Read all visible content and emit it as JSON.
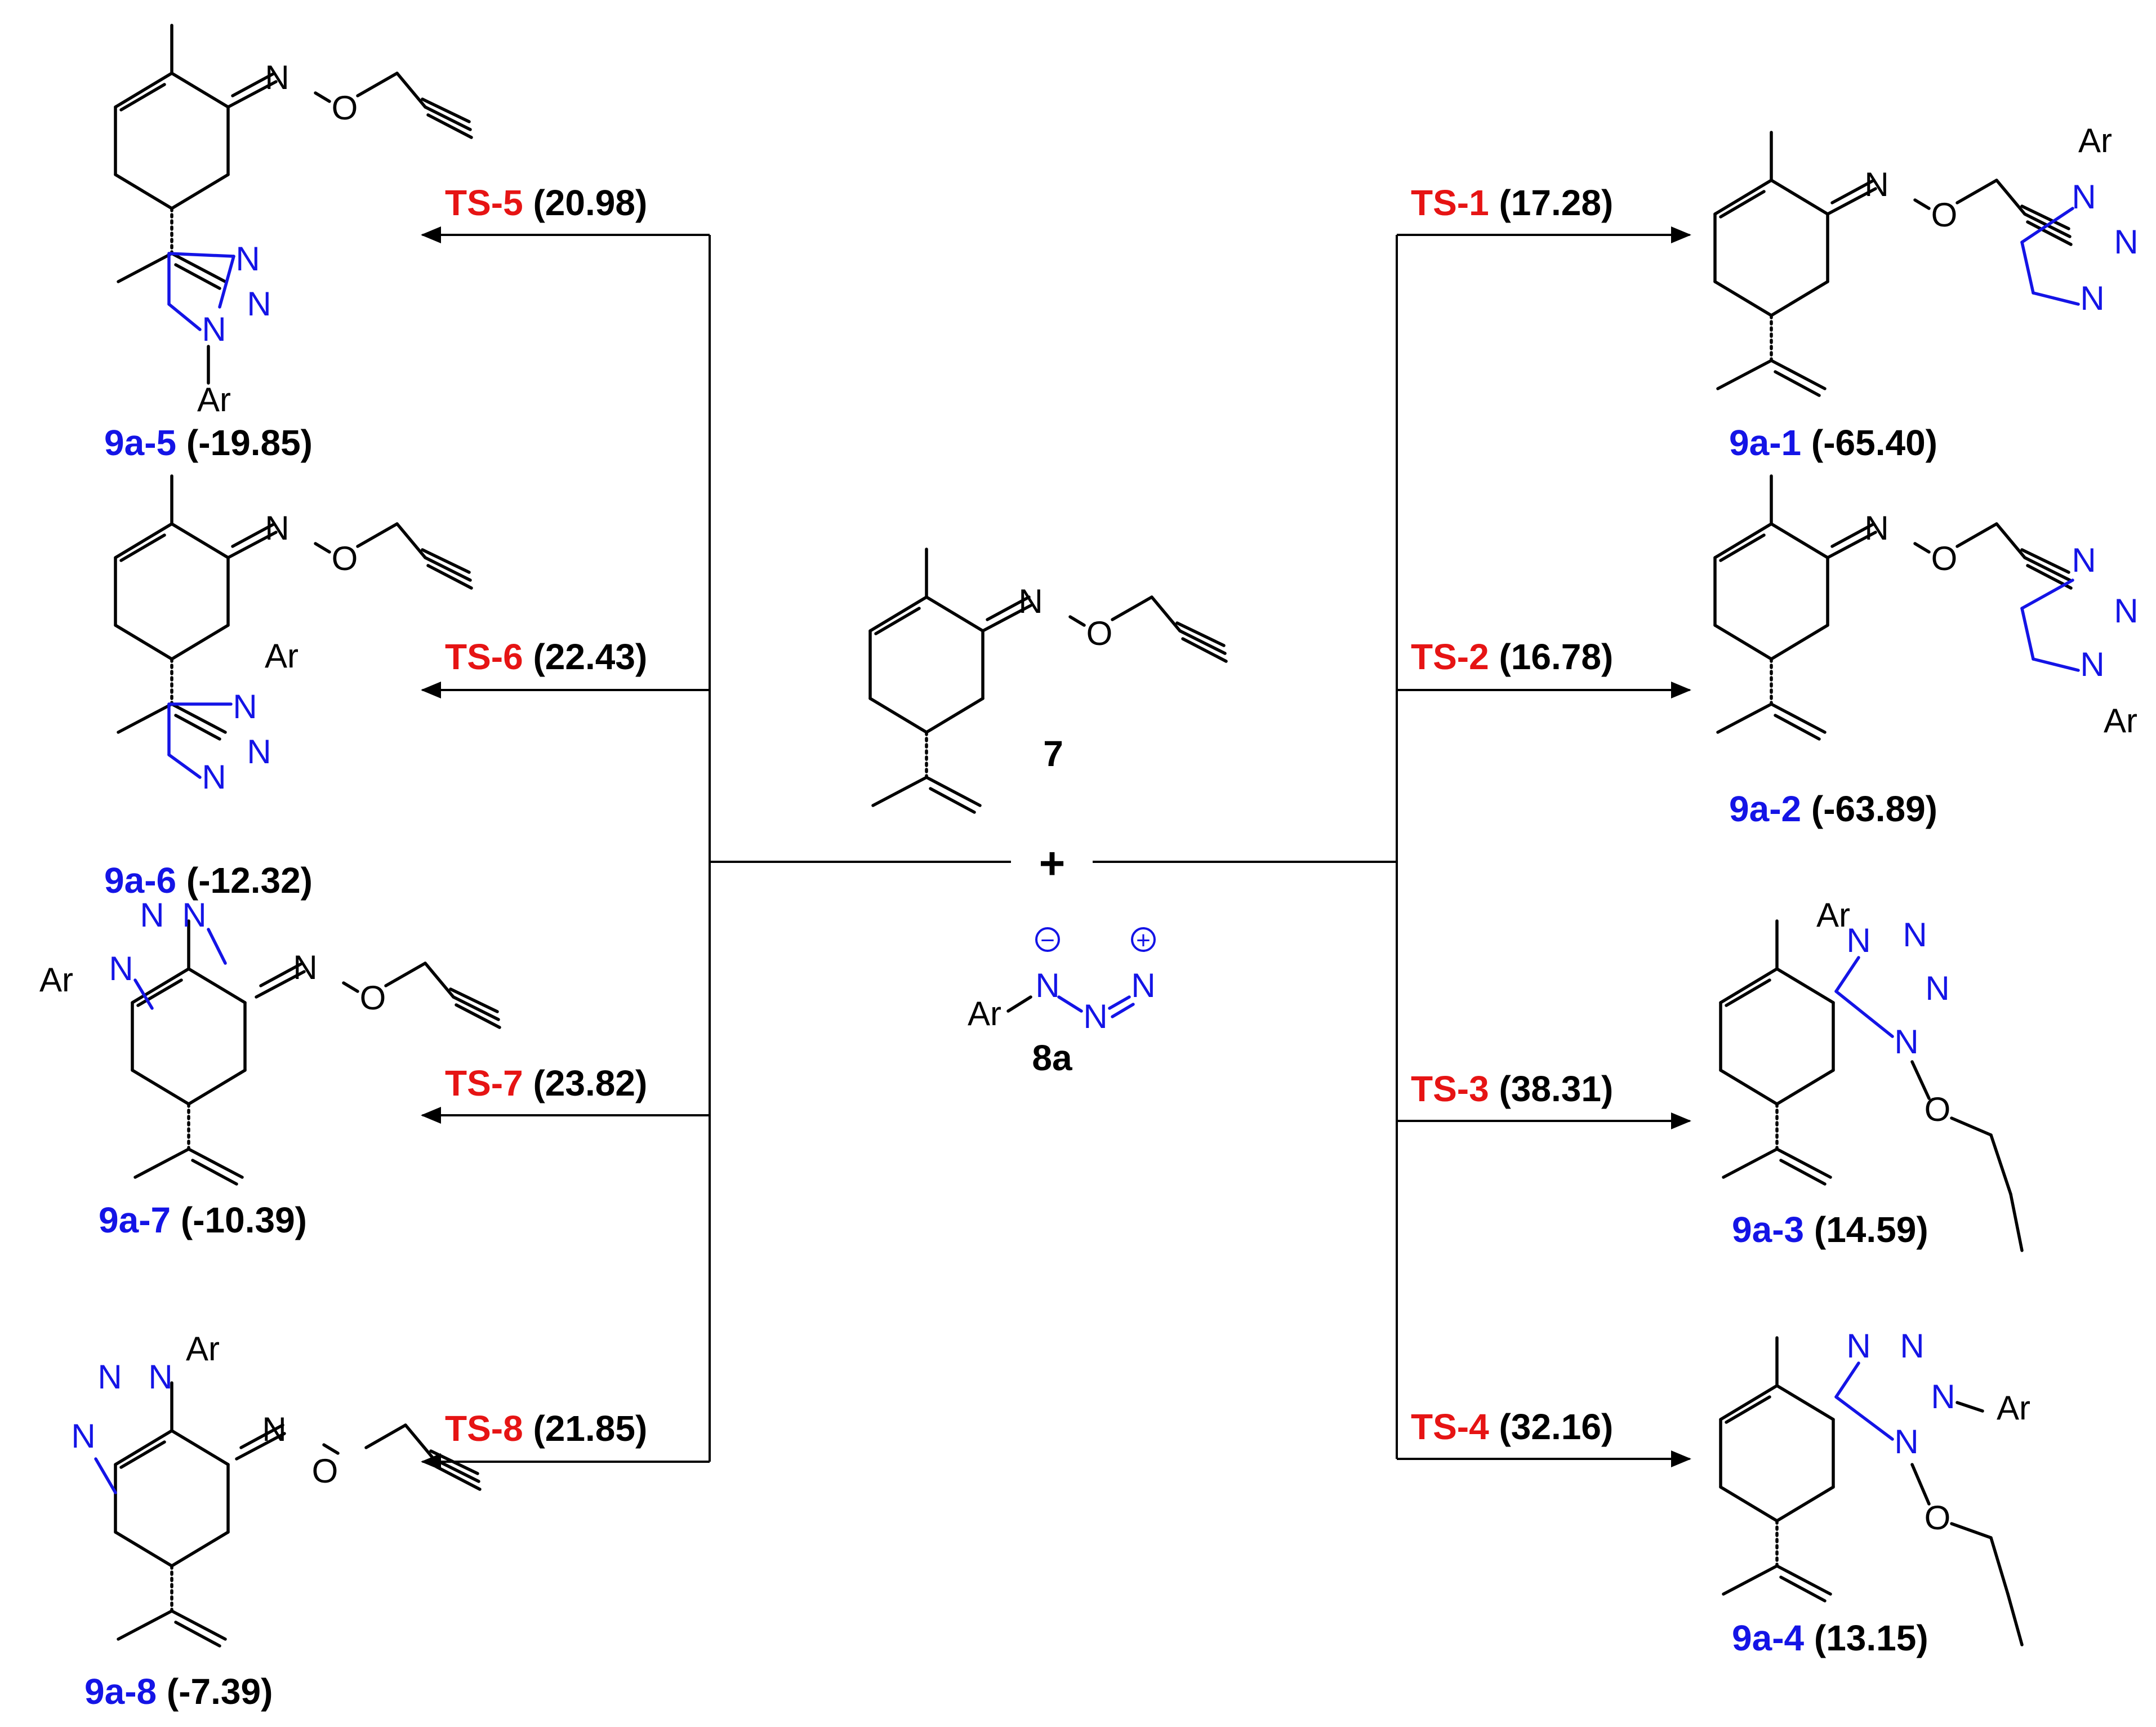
{
  "colors": {
    "ts": "#e61414",
    "product": "#1414e6",
    "ink": "#000000",
    "ring": "#1414e6"
  },
  "reactants": {
    "alkyne": "7",
    "plus": "+",
    "azide": "8a",
    "azide_ar": "Ar",
    "minus_sign": "−",
    "plus_sign": "+"
  },
  "atoms": {
    "n": "N",
    "o": "O",
    "ar": "Ar"
  },
  "pathways": [
    {
      "ts": "TS-1",
      "ts_energy": "(17.28)",
      "product": "9a-1",
      "product_energy": "(-65.40)"
    },
    {
      "ts": "TS-2",
      "ts_energy": "(16.78)",
      "product": "9a-2",
      "product_energy": "(-63.89)"
    },
    {
      "ts": "TS-3",
      "ts_energy": "(38.31)",
      "product": "9a-3",
      "product_energy": "(14.59)"
    },
    {
      "ts": "TS-4",
      "ts_energy": "(32.16)",
      "product": "9a-4",
      "product_energy": "(13.15)"
    },
    {
      "ts": "TS-5",
      "ts_energy": "(20.98)",
      "product": "9a-5",
      "product_energy": "(-19.85)"
    },
    {
      "ts": "TS-6",
      "ts_energy": "(22.43)",
      "product": "9a-6",
      "product_energy": "(-12.32)"
    },
    {
      "ts": "TS-7",
      "ts_energy": "(23.82)",
      "product": "9a-7",
      "product_energy": "(-10.39)"
    },
    {
      "ts": "TS-8",
      "ts_energy": "(21.85)",
      "product": "9a-8",
      "product_energy": "(-7.39)"
    }
  ]
}
